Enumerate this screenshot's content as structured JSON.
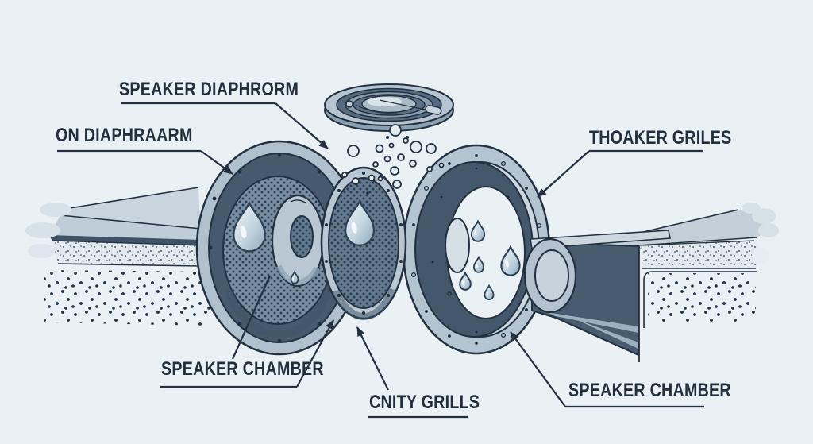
{
  "figure": {
    "background_color": "#e9f1f5",
    "line_color": "#22303f",
    "labels": {
      "speaker_diaphragm": "SPEAKER DIAPHRORM",
      "on_diaphragm": "ON DIAPHRAARM",
      "speaker_grilles": "THOAKER GRILES",
      "speaker_chamber_left": "SPEAKER CHAMBER",
      "cavity_grills": "CNITY GRILLS",
      "speaker_chamber_right": "SPEAKER CHAMBER"
    }
  }
}
